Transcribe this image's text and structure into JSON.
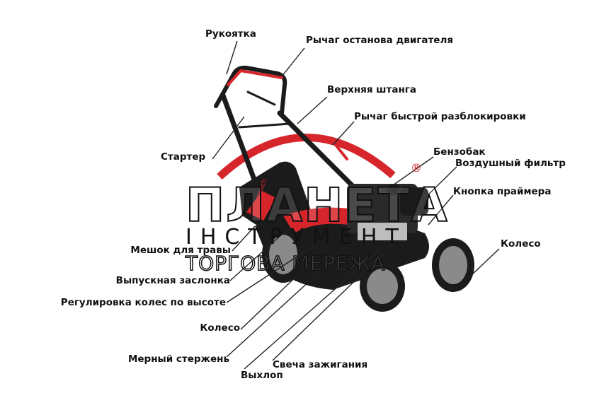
{
  "labels": {
    "handle": "Рукоятка",
    "stop_lever": "Рычаг останова двигателя",
    "upper_bar": "Верхняя штанга",
    "quick_release": "Рычаг быстрой разблокировки",
    "starter": "Стартер",
    "fuel_tank": "Бензобак",
    "air_filter": "Воздушный фильтр",
    "primer_button": "Кнопка праймера",
    "rear_wheel": "Колесо",
    "grass_bag": "Мешок для травы",
    "discharge_flap": "Выпускная заслонка",
    "height_adjust": "Регулировка колес по высоте",
    "front_wheel": "Колесо",
    "dipstick": "Мерный стержень",
    "spark_plug": "Свеча зажигания",
    "exhaust": "Выхлоп"
  },
  "watermark": {
    "logo_line1": "ПЛАНЕТА",
    "logo_line2": "ІНСТРУМЕНТ",
    "logo_line3": "ТОРГОВА МЕРЕЖА",
    "registered": "®"
  },
  "machine": {
    "brand_text": "scheppach"
  },
  "colors": {
    "accent_red": "#d6262b",
    "body_black": "#1b1b1b",
    "wheel_grey": "#8a8a8a",
    "leader_line": "#222222"
  }
}
